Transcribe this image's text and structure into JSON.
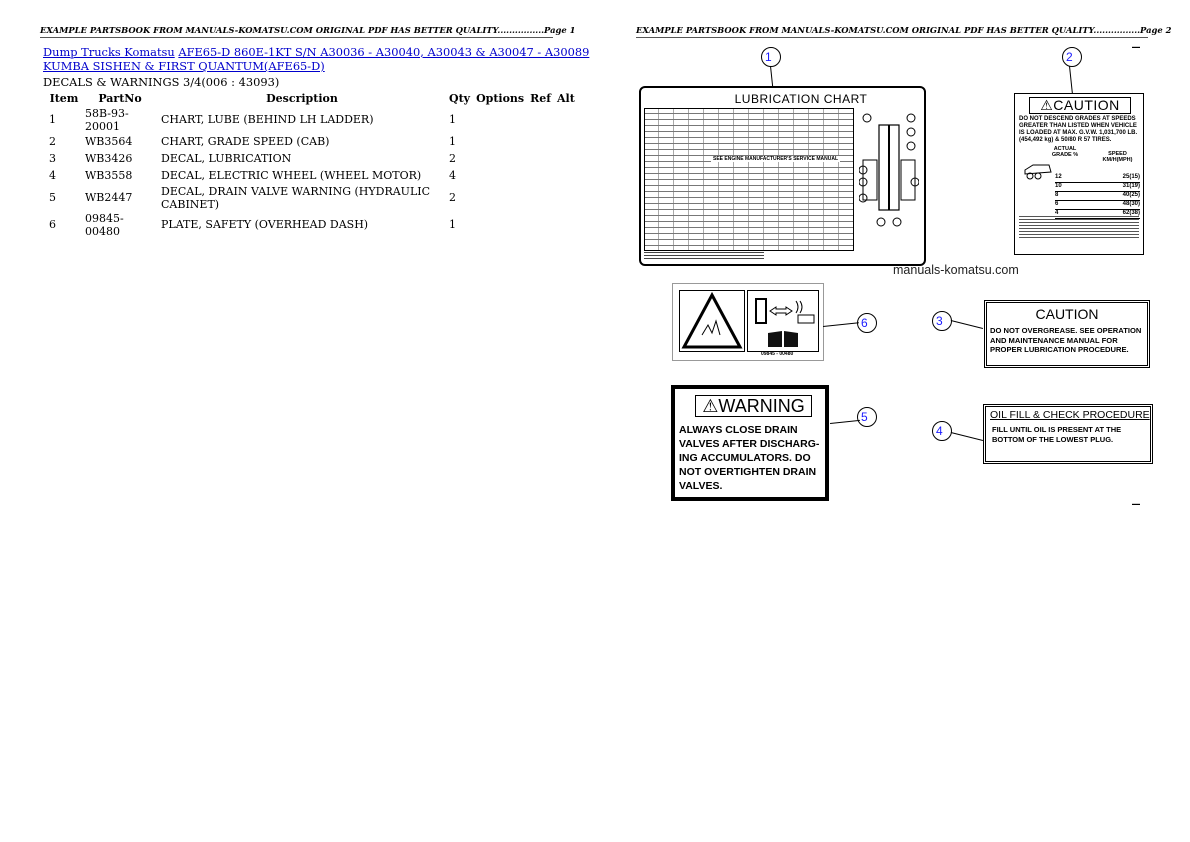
{
  "pages": [
    {
      "header": "EXAMPLE PARTSBOOK FROM MANUALS-KOMATSU.COM ORIGINAL PDF HAS BETTER QUALITY................Page 1"
    },
    {
      "header": "EXAMPLE PARTSBOOK FROM MANUALS-KOMATSU.COM ORIGINAL PDF HAS BETTER QUALITY................Page 2"
    }
  ],
  "breadcrumb": {
    "link1": "Dump Trucks Komatsu",
    "link2": "AFE65-D 860E-1KT S/N A30036 - A30040, A30043 & A30047 - A30089 KUMBA SISHEN & FIRST QUANTUM(AFE65-D)"
  },
  "section_title": "DECALS & WARNINGS 3/4(006 : 43093)",
  "table": {
    "headers": [
      "Item",
      "PartNo",
      "Description",
      "Qty",
      "Options",
      "Ref",
      "Alt"
    ],
    "rows": [
      {
        "item": "1",
        "partno": "58B-93-20001",
        "description": "CHART, LUBE (BEHIND LH LADDER)",
        "qty": "1"
      },
      {
        "item": "2",
        "partno": "WB3564",
        "description": "CHART, GRADE SPEED (CAB)",
        "qty": "1"
      },
      {
        "item": "3",
        "partno": "WB3426",
        "description": "DECAL, LUBRICATION",
        "qty": "2"
      },
      {
        "item": "4",
        "partno": "WB3558",
        "description": "DECAL, ELECTRIC WHEEL (WHEEL MOTOR)",
        "qty": "4"
      },
      {
        "item": "5",
        "partno": "WB2447",
        "description": "DECAL, DRAIN VALVE WARNING (HYDRAULIC CABINET)",
        "qty": "2"
      },
      {
        "item": "6",
        "partno": "09845-00480",
        "description": "PLATE, SAFETY (OVERHEAD DASH)",
        "qty": "1"
      }
    ]
  },
  "drawing": {
    "watermark": "manuals-komatsu.com",
    "callouts": [
      "1",
      "2",
      "3",
      "4",
      "5",
      "6"
    ],
    "lube_chart": {
      "title": "LUBRICATION CHART",
      "note": "SEE ENGINE MANUFACTURER'S SERVICE MANUAL"
    },
    "grade_chart": {
      "title": "CAUTION",
      "text": "DO NOT DESCEND GRADES AT SPEEDS GREATER THAN LISTED WHEN VEHICLE IS LOADED AT MAX. G.V.W. 1,031,700 LB. (454,492 kg) & 50/80 R 57 TIRES.",
      "col1": "ACTUAL GRADE %",
      "col2": "SPEED KM/H(MPH)",
      "rows": [
        {
          "grade": "12",
          "speed": "25(15)"
        },
        {
          "grade": "10",
          "speed": "31(19)"
        },
        {
          "grade": "8",
          "speed": "40(25)"
        },
        {
          "grade": "6",
          "speed": "48(30)"
        },
        {
          "grade": "4",
          "speed": "62(38)"
        }
      ]
    },
    "safety_plate": {
      "number": "09845 - 00480"
    },
    "caution_decal": {
      "title": "CAUTION",
      "text": "DO NOT OVERGREASE.  SEE OPERATION AND MAINTENANCE MANUAL FOR PROPER LUBRICATION PROCEDURE."
    },
    "warning_decal": {
      "title": "WARNING",
      "text": "ALWAYS CLOSE DRAIN VALVES AFTER DISCHARG- ING ACCUMULATORS. DO NOT OVERTIGHTEN DRAIN VALVES."
    },
    "oil_decal": {
      "title": "OIL FILL & CHECK PROCEDURE",
      "text": "FILL UNTIL OIL IS PRESENT AT THE BOTTOM OF THE LOWEST PLUG."
    }
  }
}
